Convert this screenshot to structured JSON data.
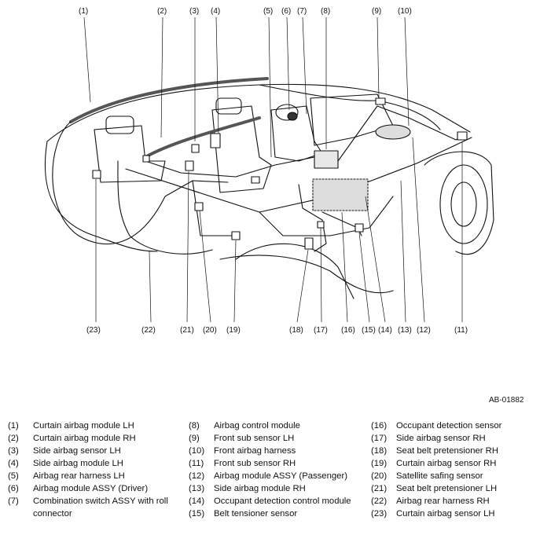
{
  "figure": {
    "reference_code": "AB-01882",
    "callouts_top": [
      "(1)",
      "(2)",
      "(3)",
      "(4)",
      "(5)",
      "(6)",
      "(7)",
      "(8)",
      "(9)",
      "(10)"
    ],
    "callouts_bottom": [
      "(23)",
      "(22)",
      "(21)",
      "(20)",
      "(19)",
      "(18)",
      "(17)",
      "(16)",
      "(15)",
      "(14)",
      "(13)",
      "(12)",
      "(11)"
    ]
  },
  "legend": {
    "col1": [
      {
        "num": "(1)",
        "text": "Curtain airbag module LH"
      },
      {
        "num": "(2)",
        "text": "Curtain airbag module RH"
      },
      {
        "num": "(3)",
        "text": "Side airbag sensor LH"
      },
      {
        "num": "(4)",
        "text": "Side airbag module LH"
      },
      {
        "num": "(5)",
        "text": "Airbag rear harness LH"
      },
      {
        "num": "(6)",
        "text": "Airbag module ASSY (Driver)"
      },
      {
        "num": "(7)",
        "text": "Combination switch ASSY with roll connector"
      }
    ],
    "col2": [
      {
        "num": "(8)",
        "text": "Airbag control module"
      },
      {
        "num": "(9)",
        "text": "Front sub sensor LH"
      },
      {
        "num": "(10)",
        "text": "Front airbag harness"
      },
      {
        "num": "(11)",
        "text": "Front sub sensor RH"
      },
      {
        "num": "(12)",
        "text": "Airbag module ASSY (Passenger)"
      },
      {
        "num": "(13)",
        "text": "Side airbag module RH"
      },
      {
        "num": "(14)",
        "text": "Occupant detection control module"
      },
      {
        "num": "(15)",
        "text": "Belt tensioner sensor"
      }
    ],
    "col3": [
      {
        "num": "(16)",
        "text": "Occupant detection sensor"
      },
      {
        "num": "(17)",
        "text": "Side airbag sensor RH"
      },
      {
        "num": "(18)",
        "text": "Seat belt pretensioner RH"
      },
      {
        "num": "(19)",
        "text": "Curtain airbag sensor RH"
      },
      {
        "num": "(20)",
        "text": "Satellite safing sensor"
      },
      {
        "num": "(21)",
        "text": "Seat belt pretensioner LH"
      },
      {
        "num": "(22)",
        "text": "Airbag rear harness RH"
      },
      {
        "num": "(23)",
        "text": "Curtain airbag sensor LH"
      }
    ]
  }
}
